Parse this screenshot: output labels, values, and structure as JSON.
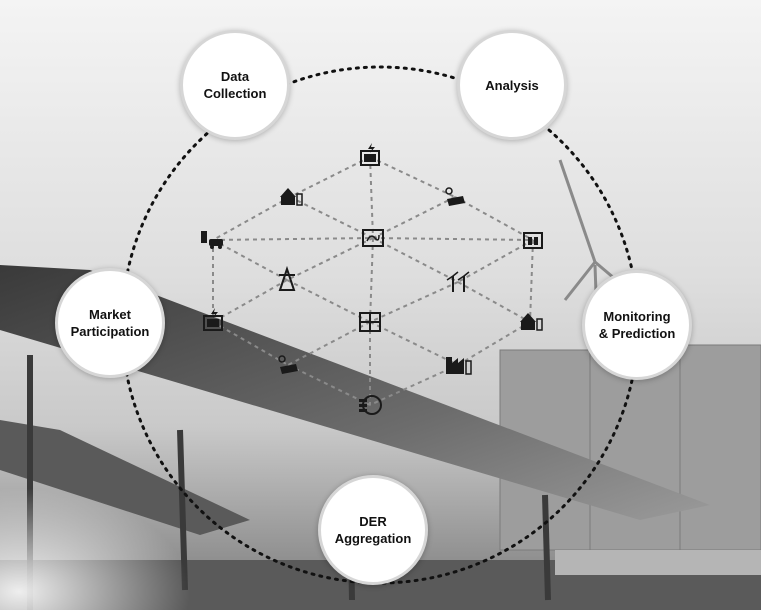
{
  "nodes": {
    "data_collection": "Data\nCollection",
    "analysis": "Analysis",
    "market_participation": "Market\nParticipation",
    "monitoring_prediction": "Monitoring\n& Prediction",
    "der_aggregation": "DER\nAggregation"
  },
  "icons": [
    "battery-charging-icon",
    "home-battery-icon",
    "solar-panel-icon",
    "ev-charging-icon",
    "inverter-icon",
    "battery-storage-icon",
    "transmission-tower-icon",
    "wind-turbine-icon",
    "battery-charging-icon",
    "building-grid-icon",
    "home-battery-icon",
    "solar-panel-icon",
    "factory-icon",
    "co2-credit-icon"
  ],
  "colors": {
    "ring": "#111111",
    "grid_lines": "#8a8a8a",
    "node_fill": "#ffffff",
    "icon": "#1a1a1a"
  }
}
